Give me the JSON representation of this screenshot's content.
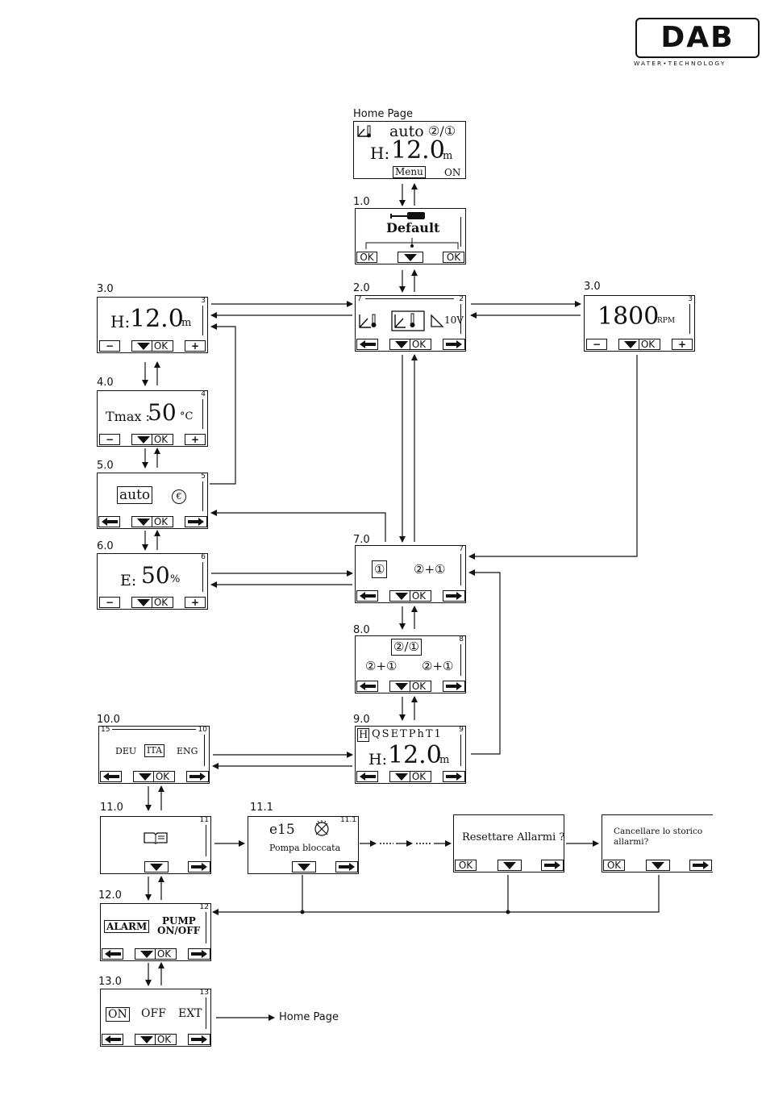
{
  "brand": {
    "name": "DAB",
    "tagline": "WATER•TECHNOLOGY"
  },
  "labels": {
    "home_page": "Home Page",
    "s1_0": "1.0",
    "s2_0": "2.0",
    "s3_0_left": "3.0",
    "s3_0_right": "3.0",
    "s4_0": "4.0",
    "s5_0": "5.0",
    "s6_0": "6.0",
    "s7_0": "7.0",
    "s8_0": "8.0",
    "s9_0": "9.0",
    "s10_0": "10.0",
    "s11_0": "11.0",
    "s11_1": "11.1",
    "s12_0": "12.0",
    "s13_0": "13.0",
    "home_page_link": "Home Page"
  },
  "home": {
    "mode": "auto",
    "pumps": "②/①",
    "h_label": "H:",
    "h_value": "12.0",
    "h_unit": "m",
    "menu": "Menu",
    "status": "ON"
  },
  "s1": {
    "title": "Default",
    "btn_left": "OK",
    "btn_right": "OK"
  },
  "s2": {
    "num_left": "7",
    "num_right": "2",
    "opt_10v": "10V"
  },
  "s3_head": {
    "num": "3",
    "h_label": "H:",
    "h_value": "12.0",
    "h_unit": "m"
  },
  "s3_speed": {
    "num": "3",
    "value": "1800",
    "unit": "RPM"
  },
  "s4": {
    "num": "4",
    "label": "Tmax :",
    "value": "50",
    "unit": "°C"
  },
  "s5": {
    "num": "5",
    "mode": "auto",
    "eco": "€"
  },
  "s6": {
    "num": "6",
    "label": "E:",
    "value": "50",
    "unit": "%"
  },
  "s7": {
    "num": "7",
    "single": "①",
    "twin": "②+①"
  },
  "s8": {
    "num": "8",
    "alt": "②/①",
    "opt_a": "②+①",
    "opt_b": "②+①"
  },
  "s9": {
    "num": "9",
    "selected": "H",
    "params": "QSETPhT1",
    "h_label": "H:",
    "h_value": "12.0",
    "h_unit": "m"
  },
  "s10": {
    "num_left": "15",
    "num_right": "10",
    "lang1": "DEU",
    "lang2": "ITA",
    "lang3": "ENG"
  },
  "s11": {
    "num": "11"
  },
  "s11_1": {
    "num": "11.1",
    "code": "e15",
    "message": "Pompa bloccata",
    "dots": "·····"
  },
  "reset": {
    "question": "Resettare Allarmi ?",
    "ok": "OK"
  },
  "clear": {
    "question": "Cancellare lo storico allarmi?",
    "ok": "OK"
  },
  "s12": {
    "num": "12",
    "alarm": "ALARM",
    "pump": "PUMP",
    "onoff": "ON/OFF"
  },
  "s13": {
    "num": "13",
    "on": "ON",
    "off": "OFF",
    "ext": "EXT"
  },
  "keys": {
    "ok": "OK",
    "minus": "−",
    "plus": "+"
  }
}
